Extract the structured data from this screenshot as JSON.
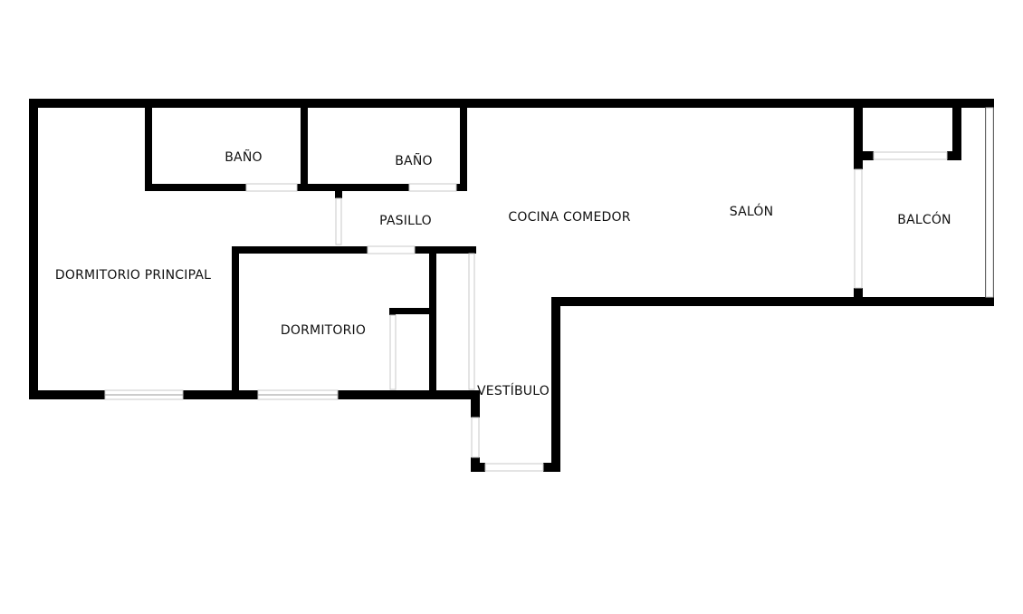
{
  "colors": {
    "wall": "#000000",
    "background": "#ffffff",
    "label": "#111111"
  },
  "rooms": {
    "dormitorio_principal": "DORMITORIO PRINCIPAL",
    "bano_1": "BAÑO",
    "bano_2": "BAÑO",
    "pasillo": "PASILLO",
    "cocina_comedor": "COCINA COMEDOR",
    "salon": "SALÓN",
    "balcon": "BALCÓN",
    "dormitorio": "DORMITORIO",
    "vestibulo": "VESTÍBULO"
  }
}
